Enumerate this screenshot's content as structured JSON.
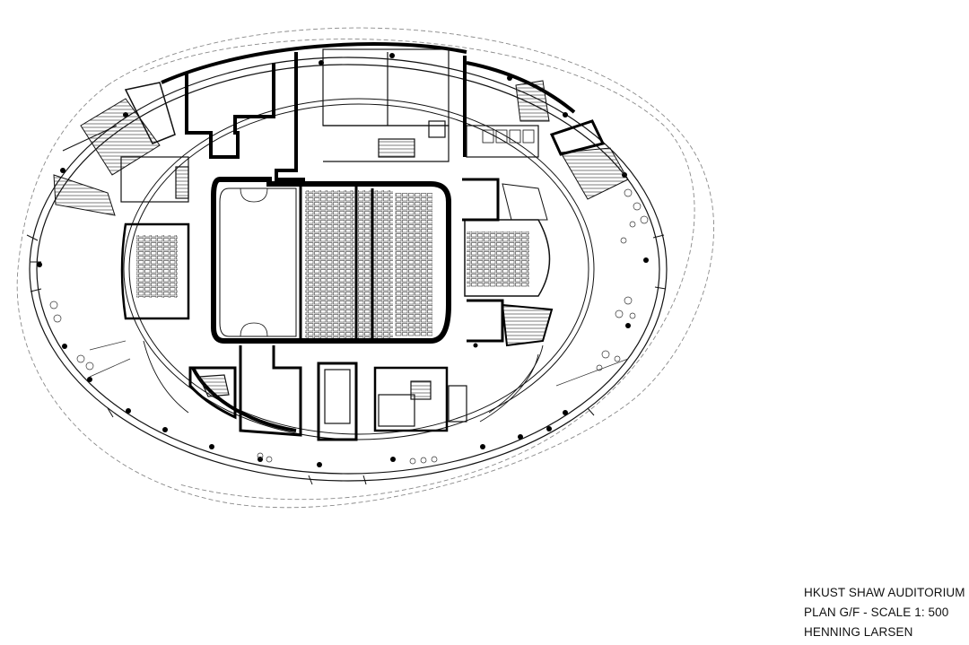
{
  "title_block": {
    "project": "HKUST SHAW AUDITORIUM",
    "sheet": "PLAN  G/F - SCALE 1: 500",
    "architect": "HENNING LARSEN"
  },
  "colors": {
    "line": "#111111",
    "wall": "#000000",
    "dashed_outline": "#8a8a8a",
    "background": "#ffffff"
  }
}
